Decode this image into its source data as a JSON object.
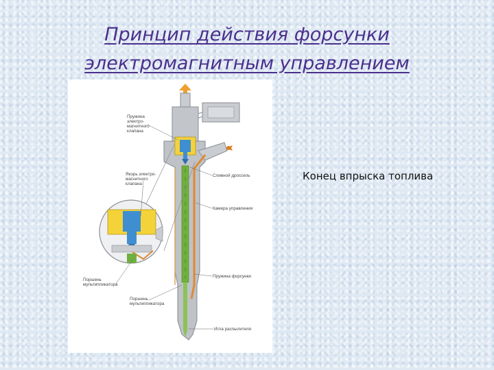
{
  "slide": {
    "title_line1": "Принцип действия форсунки",
    "title_line2": "электромагнитным управлением",
    "caption": "Конец впрыска топлива"
  },
  "diagram": {
    "labels": {
      "spring_1": "Пружина",
      "spring_2": "электро-",
      "spring_3": "магнитного",
      "spring_4": "клапана",
      "anchor_1": "Якорь электро-",
      "anchor_2": "магнитного",
      "anchor_3": "клапана",
      "drain": "Сливной дроссель",
      "control_chamber": "Камера управления",
      "piston_1a": "Поршень",
      "piston_1b": "мультипликатора",
      "piston_2a": "Поршень",
      "piston_2b": "мультипликатора",
      "nozzle_spring": "Пружина форсунки",
      "needle": "Игла распылителя"
    }
  },
  "colors": {
    "title": "#4a2f8c",
    "fuel_yellow": "#f4d23a",
    "valve_blue": "#3f8fd0",
    "return_orange": "#e08a32",
    "control_green": "#6fb03e",
    "body_gray": "#b9bcc0"
  }
}
